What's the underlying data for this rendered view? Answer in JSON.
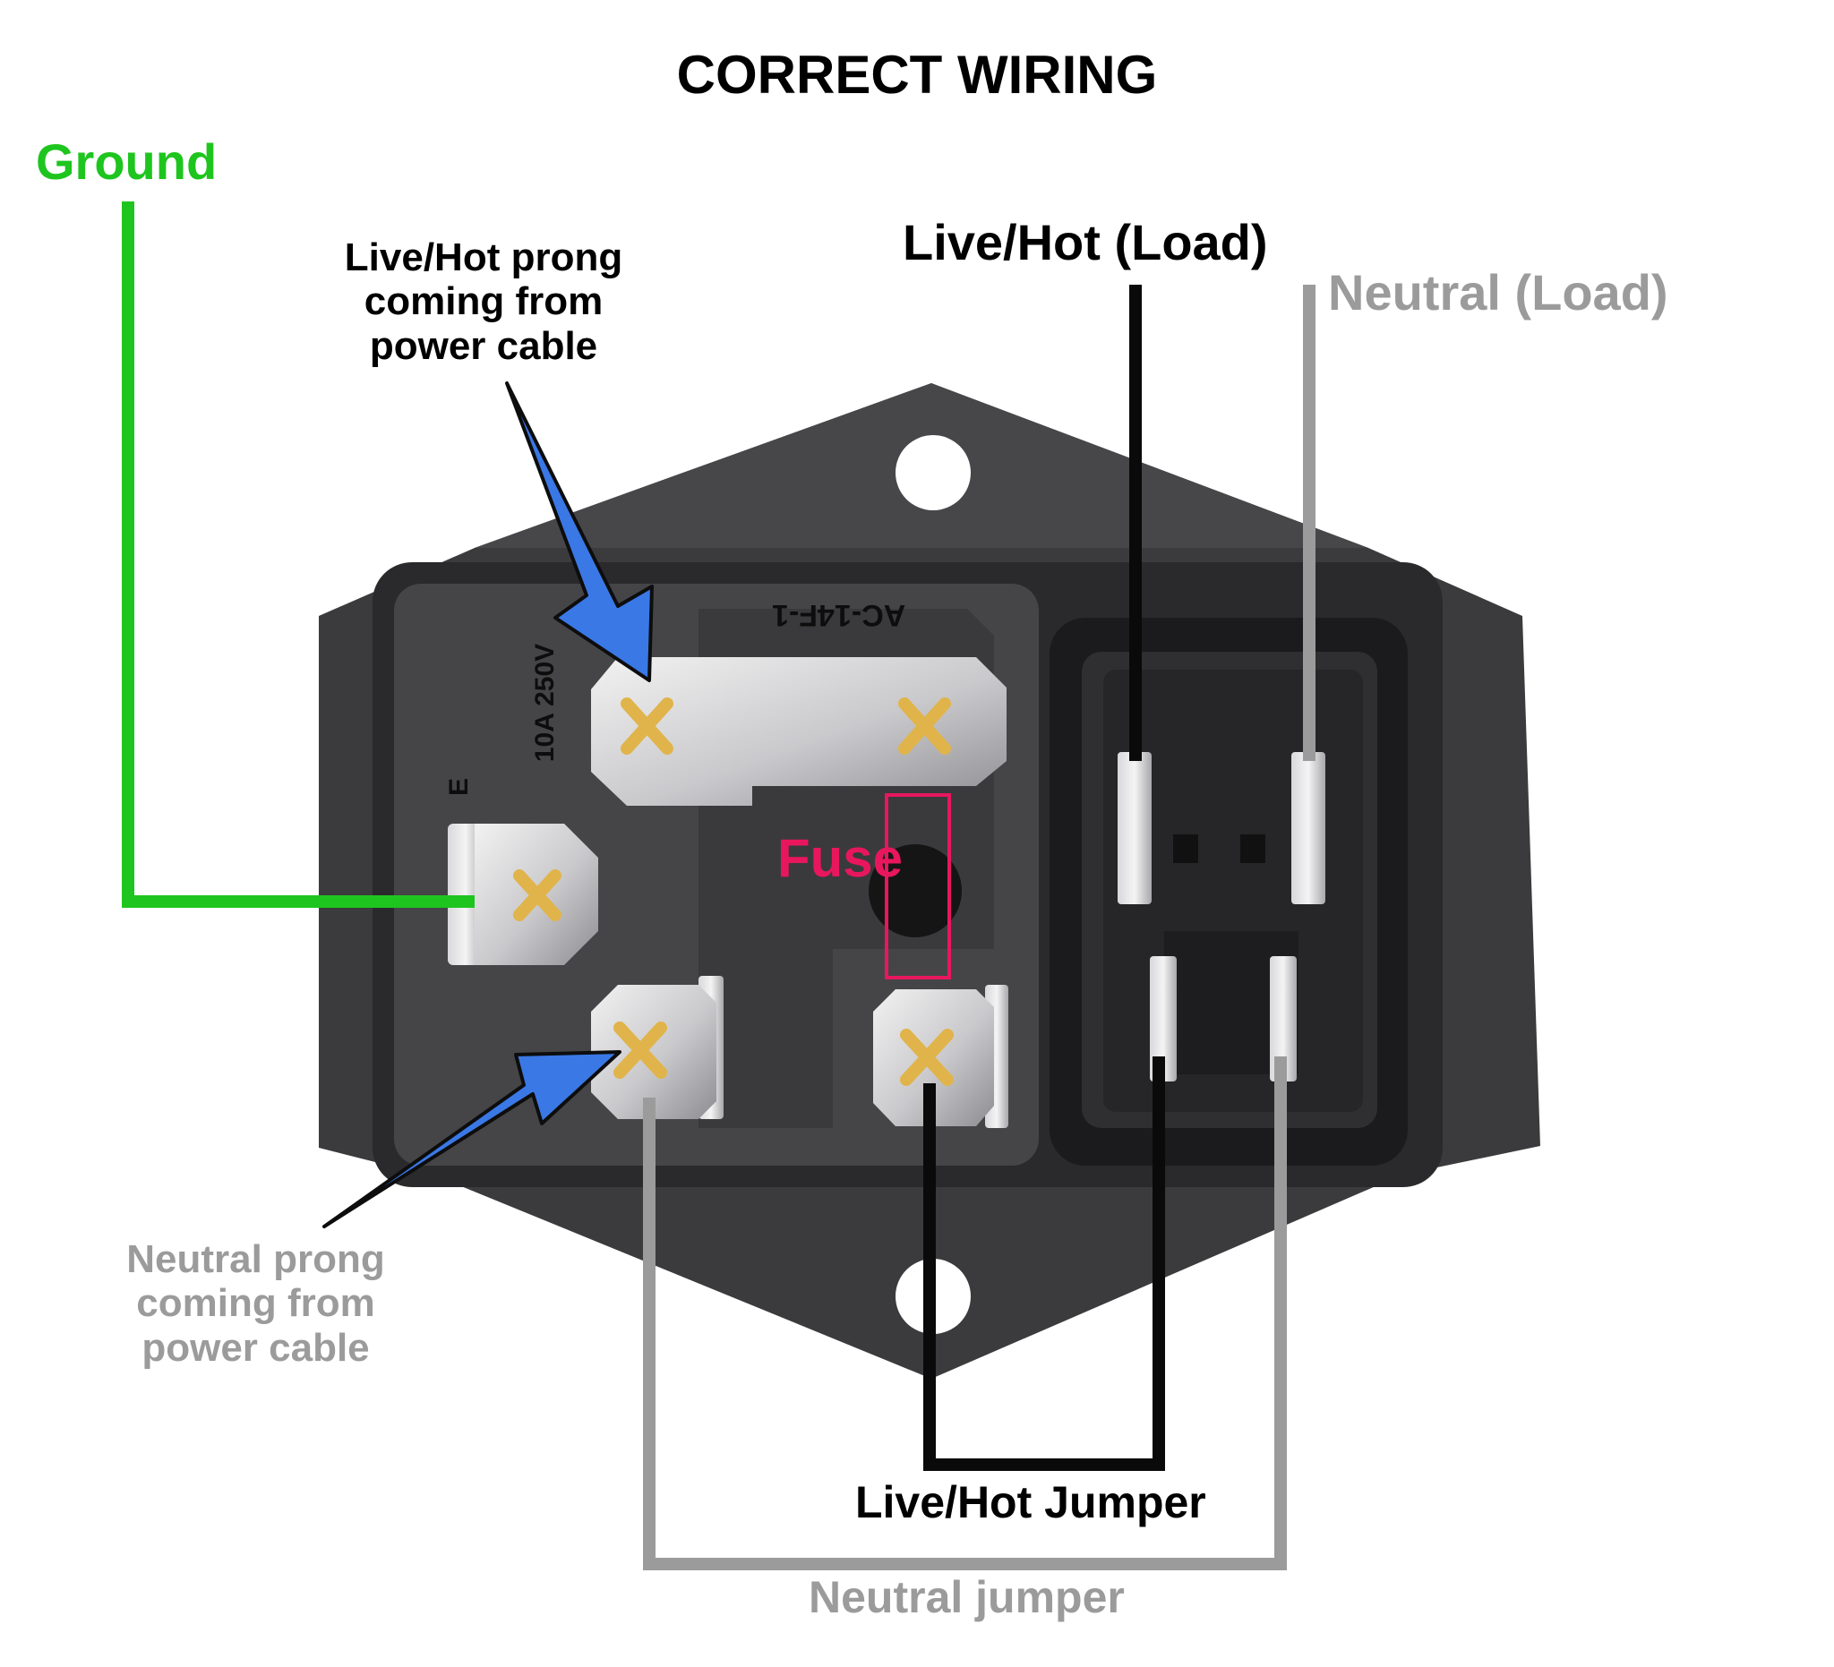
{
  "title": "CORRECT WIRING",
  "labels": {
    "ground": "Ground",
    "livehot_prong": [
      "Live/Hot prong",
      "coming from",
      "power cable"
    ],
    "livehot_load": "Live/Hot (Load)",
    "neutral_load": "Neutral (Load)",
    "fuse": "Fuse",
    "neutral_prong": [
      "Neutral prong",
      "coming from",
      "power cable"
    ],
    "livehot_jumper": "Live/Hot Jumper",
    "neutral_jumper": "Neutral jumper"
  },
  "markings": {
    "rating": "10A 250V",
    "model": "AC-14F-1",
    "earth": "E"
  },
  "colors": {
    "ground": "#1ec51e",
    "live": "#0a0a0a",
    "neutral": "#9b9b9b",
    "arrow": "#3a78e6",
    "fuse": "#e8175d",
    "housing": "#3d3d3f",
    "housing_dark": "#1f1f21"
  }
}
